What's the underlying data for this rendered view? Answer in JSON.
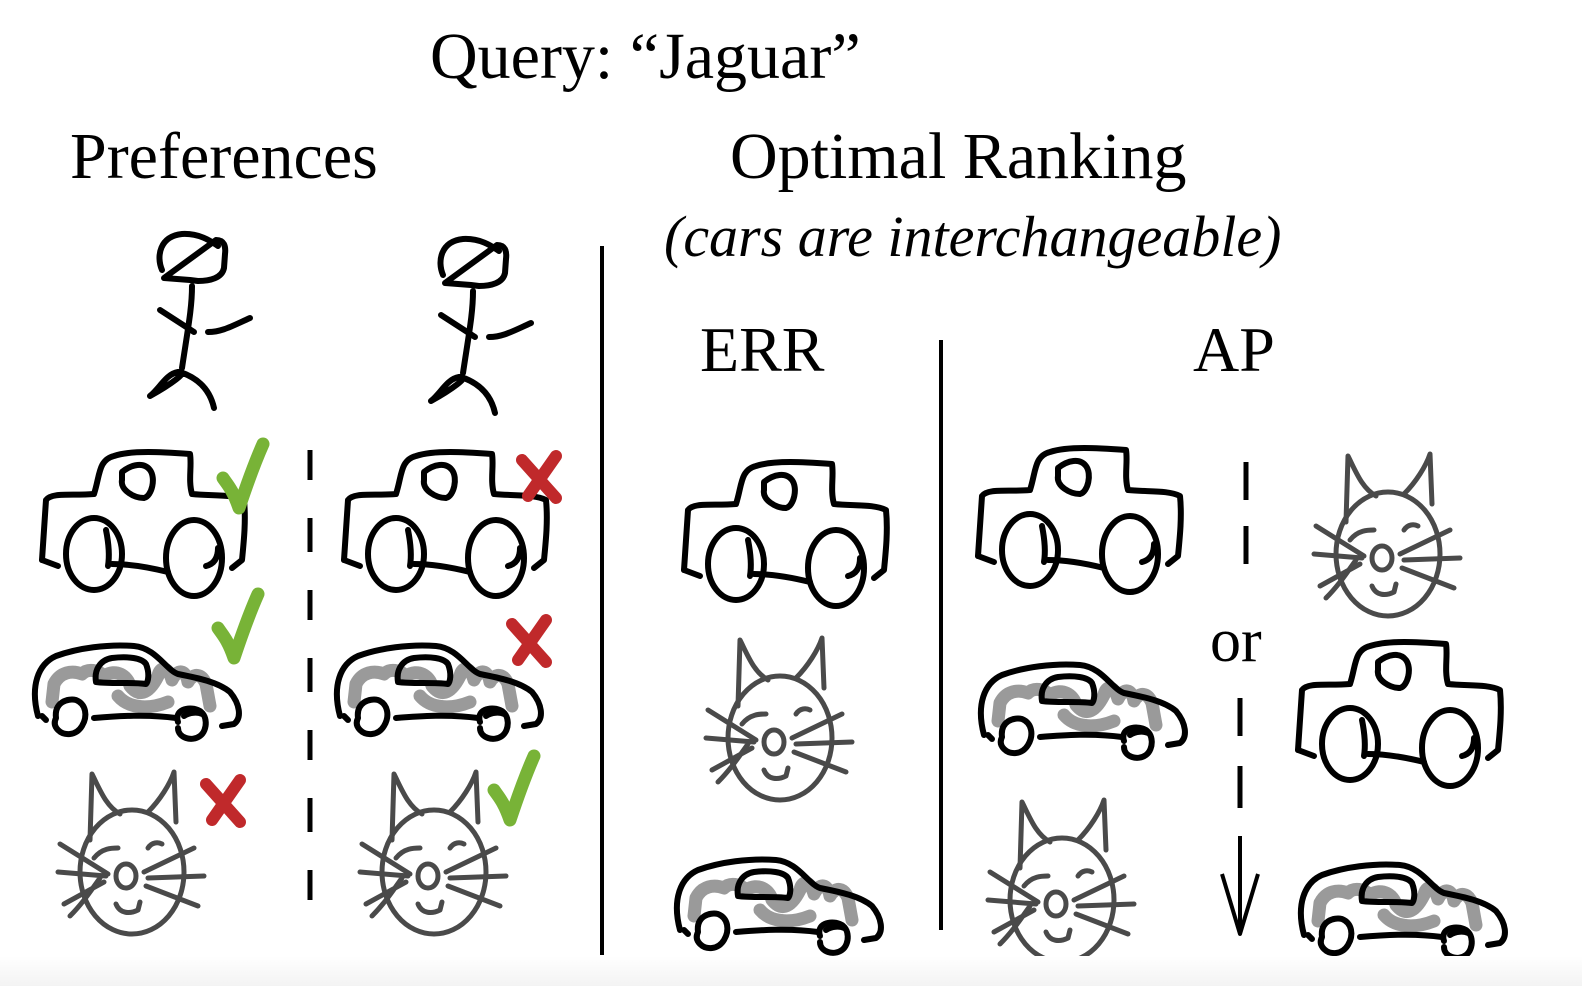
{
  "figure": {
    "query_title": "Query: “Jaguar”",
    "preferences_title": "Preferences",
    "optimal_ranking_title": "Optimal Ranking",
    "optimal_ranking_subtitle": "(cars are interchangeable)",
    "err_label": "ERR",
    "ap_label": "AP",
    "or_label": "or"
  },
  "colors": {
    "ink": "#000000",
    "cat_ink": "#4a4a4a",
    "scribble_gray": "#9a9a9a",
    "check_green": "#78b337",
    "cross_red": "#c0292b"
  },
  "preferences": {
    "users": [
      {
        "icon": "stick-figure-icon",
        "judgments": [
          {
            "item": "jeep-car",
            "mark": "check"
          },
          {
            "item": "sedan-car",
            "mark": "check"
          },
          {
            "item": "cat",
            "mark": "cross"
          }
        ]
      },
      {
        "icon": "stick-figure-icon",
        "judgments": [
          {
            "item": "jeep-car",
            "mark": "cross"
          },
          {
            "item": "sedan-car",
            "mark": "cross"
          },
          {
            "item": "cat",
            "mark": "check"
          }
        ]
      }
    ]
  },
  "rankings": {
    "err": [
      "jeep-car",
      "cat",
      "sedan-car"
    ],
    "ap_option_a": [
      "jeep-car",
      "sedan-car",
      "cat"
    ],
    "ap_option_b": [
      "cat",
      "jeep-car",
      "sedan-car"
    ]
  }
}
